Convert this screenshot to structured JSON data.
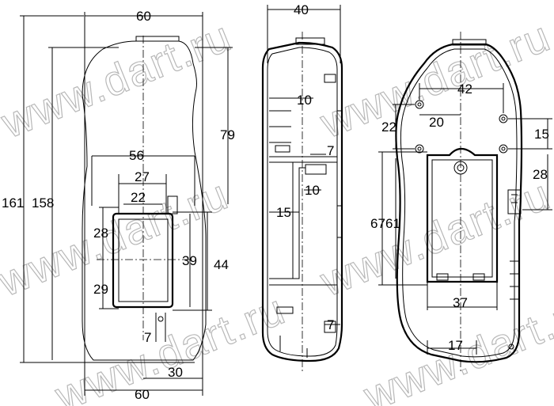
{
  "watermark": {
    "text": "www.dart.ru",
    "color": "#b8b8b8"
  },
  "front_view": {
    "dims": {
      "width_top": "60",
      "width_bottom": "60",
      "height_total": "161",
      "height_inner": "158",
      "upper": "79",
      "w56": "56",
      "w27": "27",
      "w22": "22",
      "h28": "28",
      "h29": "29",
      "h39": "39",
      "h44": "44",
      "w7": "7",
      "w30": "30"
    }
  },
  "side_view": {
    "dims": {
      "depth": "40",
      "d10a": "10",
      "d7a": "7",
      "d10b": "10",
      "d15": "15",
      "d7b": "7"
    }
  },
  "back_view": {
    "dims": {
      "w42": "42",
      "h22": "22",
      "w20": "20",
      "h15": "15",
      "h28": "28",
      "h67": "67",
      "h61": "61",
      "w37": "37",
      "w17": "17"
    }
  }
}
